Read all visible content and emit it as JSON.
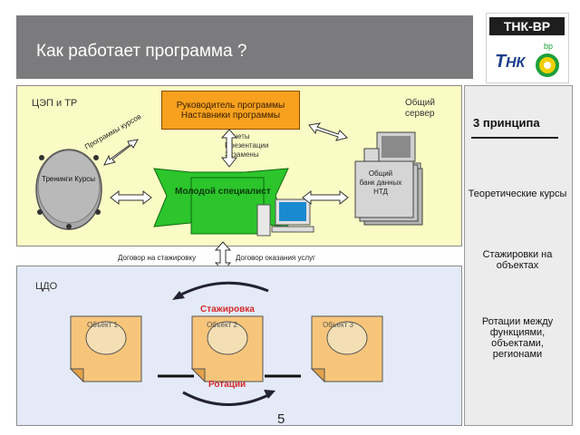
{
  "header": {
    "title": "Как работает программа ?"
  },
  "logo": {
    "brand_text": "ТНК-BP",
    "bp_text": "bp"
  },
  "top_panel": {
    "label": "ЦЭП и ТР",
    "leader_line1": "Руководитель программы",
    "leader_line2": "Наставники программы",
    "reports_line1": "Отчеты",
    "reports_line2": "Презентации",
    "reports_line3": "Экзамены",
    "programs_label": "Программы курсов",
    "trainings_label": "Тренинги Курсы",
    "specialist_label": "Молодой специалист",
    "server_line1": "Общий",
    "server_line2": "сервер",
    "bank_line1": "Общий",
    "bank_line2": "банк данных",
    "bank_line3": "НТД"
  },
  "contracts": {
    "internship": "Договор на стажировку",
    "services": "Договор оказания услуг"
  },
  "bottom_panel": {
    "label": "ЦДО",
    "internship_label": "Стажировка",
    "rotation_label": "Ротации",
    "objects": [
      "Объект 1",
      "Объект 2",
      "Объект 3"
    ]
  },
  "principles": {
    "title": "3 принципа",
    "items": [
      "Теоретические курсы",
      "Стажировки на объектах",
      "Ротации между функциями, объектами, регионами"
    ]
  },
  "page_number": "5",
  "colors": {
    "header": "#7b7b7d",
    "top_panel": "#fbfbc5",
    "bottom_panel": "#e4eaf7",
    "orange": "#f7a11e",
    "green": "#2cc52c",
    "red_text": "#d42a2a"
  }
}
